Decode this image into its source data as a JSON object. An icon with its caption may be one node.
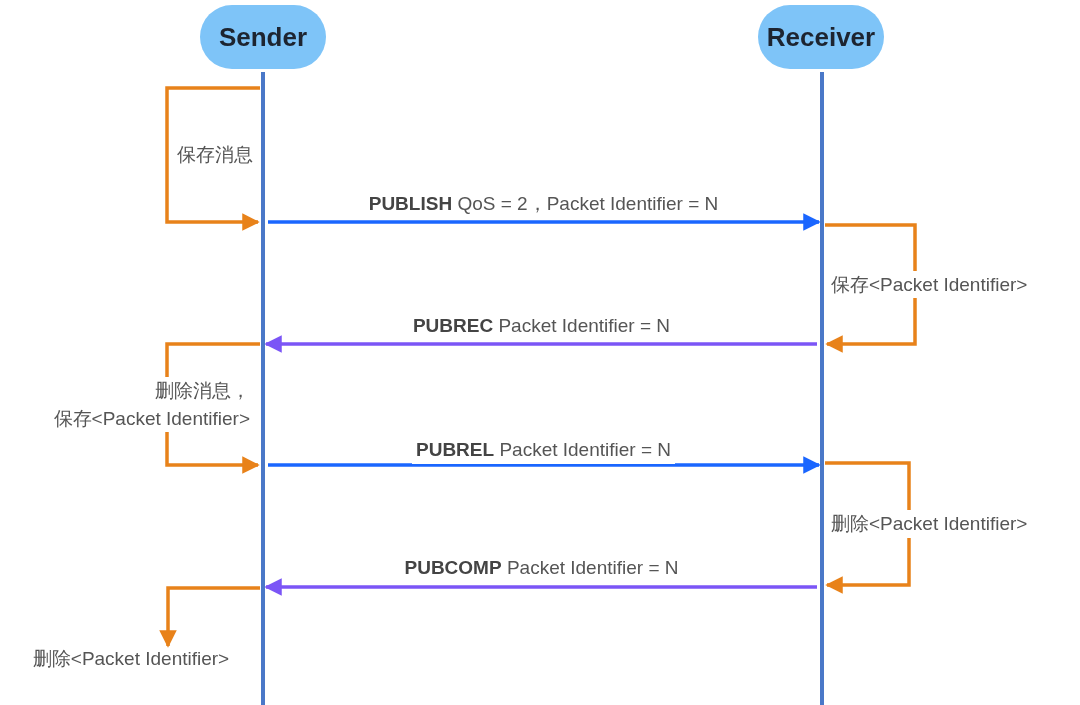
{
  "diagram": {
    "nodes": [
      {
        "text": [
          "Sender"
        ]
      },
      {
        "text": [
          "Receiver"
        ]
      },
      {
        "text": [],
        "shape": "bar"
      },
      {
        "text": [],
        "shape": "bar"
      },
      {
        "text": [
          "删除<Packet Identifier>"
        ]
      }
    ],
    "edges": [
      {
        "from": 2,
        "to": 2,
        "arrow": "to",
        "label": "保存消息"
      },
      {
        "from": 2,
        "to": 3,
        "arrow": "to",
        "label": "**PUBLISH** QoS = 2，Packet Identifier = N",
        "color": "#1a66ff"
      },
      {
        "from": 3,
        "to": 3,
        "arrow": "to",
        "label": "保存<Packet Identifier>"
      },
      {
        "from": 3,
        "to": 2,
        "arrow": "to",
        "label": "**PUBREC** Packet Identifier = N",
        "color": "#7b55f6"
      },
      {
        "from": 2,
        "to": 2,
        "arrow": "to",
        "label": "删除消息，保存<Packet Identifier>"
      },
      {
        "from": 2,
        "to": 3,
        "arrow": "to",
        "label": "**PUBREL** Packet Identifier = N",
        "color": "#1a66ff"
      },
      {
        "from": 3,
        "to": 3,
        "arrow": "to",
        "label": "删除<Packet Identifier>"
      },
      {
        "from": 3,
        "to": 2,
        "arrow": "to",
        "label": "**PUBCOMP** Packet Identifier = N",
        "color": "#7b55f6"
      },
      {
        "from": 2,
        "to": 4,
        "arrow": "to"
      }
    ]
  }
}
